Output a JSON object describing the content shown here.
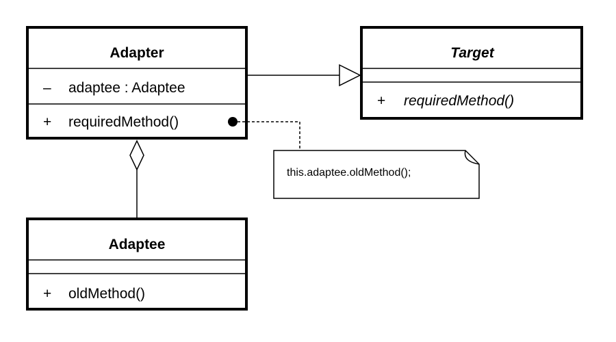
{
  "classes": {
    "adapter": {
      "name": "Adapter",
      "attributes": [
        {
          "visibility": "–",
          "text": "adaptee : Adaptee"
        }
      ],
      "methods": [
        {
          "visibility": "+",
          "text": "requiredMethod()"
        }
      ]
    },
    "target": {
      "name": "Target",
      "methods": [
        {
          "visibility": "+",
          "text": "requiredMethod()"
        }
      ]
    },
    "adaptee": {
      "name": "Adaptee",
      "methods": [
        {
          "visibility": "+",
          "text": "oldMethod()"
        }
      ]
    }
  },
  "note": {
    "text": "this.adaptee.oldMethod();"
  },
  "colors": {
    "stroke": "#000000",
    "fill": "#ffffff"
  }
}
